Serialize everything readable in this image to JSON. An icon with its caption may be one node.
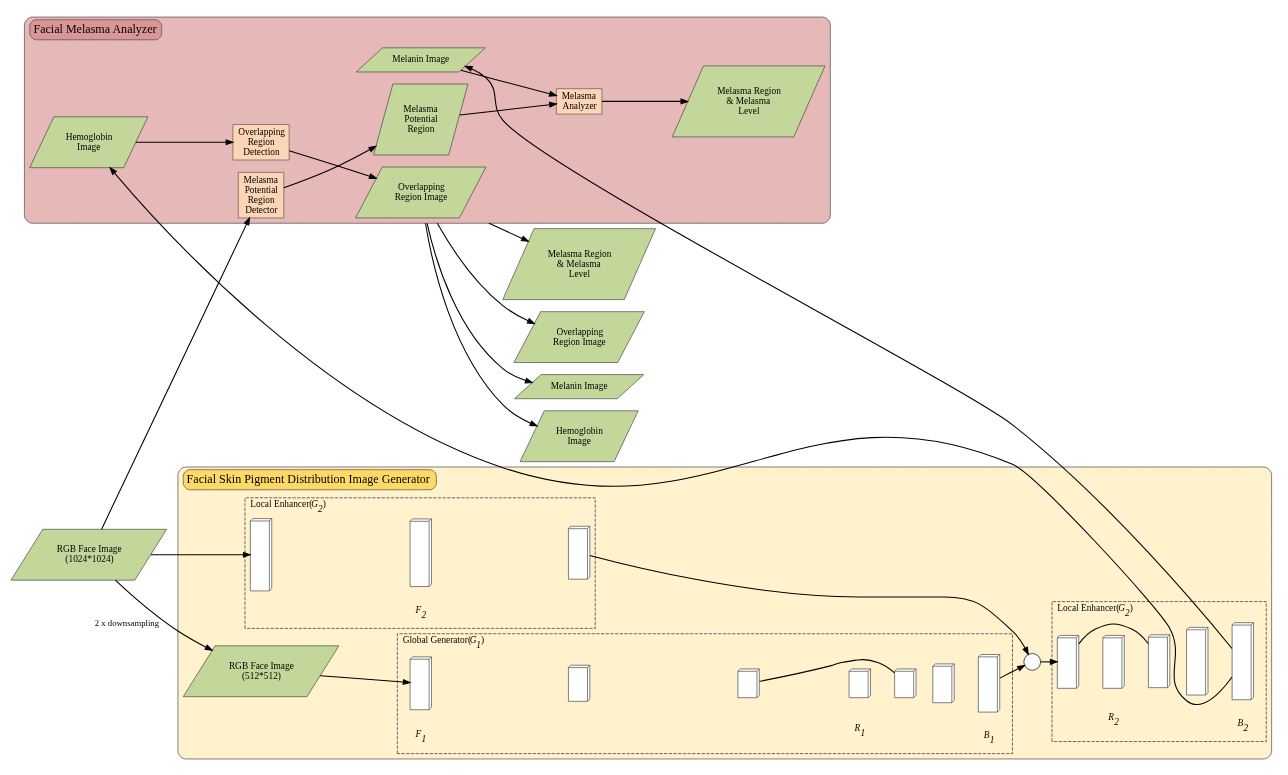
{
  "diagram": {
    "nodes": [
      {
        "text": [
          "Facial Skin Pigment Distribution Image Generator"
        ]
      },
      {
        "text": [
          "Local Enhancer(*G$_{2}$*)"
        ],
        "in": 0
      },
      {
        "text": [],
        "shape": "box",
        "in": 1
      },
      {
        "text": [],
        "shape": "box",
        "in": 1
      },
      {
        "text": [],
        "shape": "box",
        "in": 1
      },
      {
        "text": [
          "Global Generator(*G$_{1}$*)"
        ],
        "in": 0
      },
      {
        "text": [],
        "shape": "box",
        "in": 5
      },
      {
        "text": [],
        "shape": "box",
        "in": 5
      },
      {
        "text": [],
        "shape": "box",
        "in": 5
      },
      {
        "text": [],
        "shape": "box",
        "in": 5
      },
      {
        "text": [],
        "shape": "box",
        "in": 5
      },
      {
        "text": [],
        "shape": "box",
        "in": 5
      },
      {
        "text": [],
        "shape": "box",
        "in": 5
      },
      {
        "text": [
          "Local Enhancer(*G$_{2}$*)"
        ],
        "in": 0
      },
      {
        "text": [],
        "shape": "box",
        "in": 13
      },
      {
        "text": [],
        "shape": "box",
        "in": 13
      },
      {
        "text": [],
        "shape": "box",
        "in": 13
      },
      {
        "text": [],
        "shape": "box",
        "in": 13
      },
      {
        "text": [],
        "shape": "box",
        "in": 13
      },
      {
        "text": [],
        "shape": "circle",
        "in": 0
      },
      {
        "text": [
          "RGB Face Image (512*512)"
        ],
        "in": 0
      },
      {
        "text": [
          "RGB Face Image (1024*1024)"
        ]
      },
      {
        "text": [
          "Facial Melasma Analyzer"
        ]
      },
      {
        "text": [
          "Melanin Image"
        ],
        "in": 22
      },
      {
        "text": [
          "Hemoglobin Image"
        ],
        "in": 22
      },
      {
        "text": [
          "Melasma Potential Region Detector"
        ],
        "in": 22
      },
      {
        "text": [
          "Melasma Potential Region"
        ],
        "in": 22
      },
      {
        "text": [
          "Melasma Analyzer"
        ],
        "in": 22
      },
      {
        "text": [
          "Overlapping Region Detection"
        ],
        "in": 22
      },
      {
        "text": [
          "Melasma Region & Melasma Level"
        ],
        "in": 22
      },
      {
        "text": [
          "Overlapping Region Image"
        ],
        "in": 22
      },
      {
        "text": [
          "Melanin Image"
        ]
      },
      {
        "text": [
          "Hemoglobin Image"
        ]
      },
      {
        "text": [
          "Melasma Region & Melasma Level"
        ]
      },
      {
        "text": [
          "Overlapping Region Image"
        ]
      }
    ],
    "edges": [
      {
        "from": 21,
        "to": 2,
        "arrow": "to"
      },
      {
        "from": 21,
        "to": 20,
        "arrow": "to",
        "label": "2 x downsampling"
      },
      {
        "from": 20,
        "to": 6,
        "arrow": "to"
      },
      {
        "from": 4,
        "to": 19,
        "arrow": "to"
      },
      {
        "from": 12,
        "to": 19,
        "arrow": "to"
      },
      {
        "from": 19,
        "to": 14,
        "arrow": "to"
      },
      {
        "from": 8,
        "to": 10,
        "arrow": "none"
      },
      {
        "from": 14,
        "to": 16,
        "arrow": "none"
      },
      {
        "from": 18,
        "to": 23,
        "arrow": "to"
      },
      {
        "from": 18,
        "to": 24,
        "arrow": "to"
      },
      {
        "from": 21,
        "to": 25,
        "arrow": "to"
      },
      {
        "from": 25,
        "to": 26,
        "arrow": "to"
      },
      {
        "from": 23,
        "to": 27,
        "arrow": "to"
      },
      {
        "from": 26,
        "to": 27,
        "arrow": "to"
      },
      {
        "from": 24,
        "to": 28,
        "arrow": "to"
      },
      {
        "from": 27,
        "to": 29,
        "arrow": "to"
      },
      {
        "from": 28,
        "to": 30,
        "arrow": "to"
      },
      {
        "from": 22,
        "to": 31,
        "arrow": "to"
      },
      {
        "from": 22,
        "to": 32,
        "arrow": "to"
      },
      {
        "from": 22,
        "to": 33,
        "arrow": "to"
      },
      {
        "from": 22,
        "to": 34,
        "arrow": "to"
      }
    ],
    "labels": [
      "*F$_{2}$*",
      "*F$_{1}$*",
      "*R$_{1}$*",
      "*B$_{1}$*",
      "*R$_{2}$*",
      "*B$_{2}$*"
    ]
  }
}
